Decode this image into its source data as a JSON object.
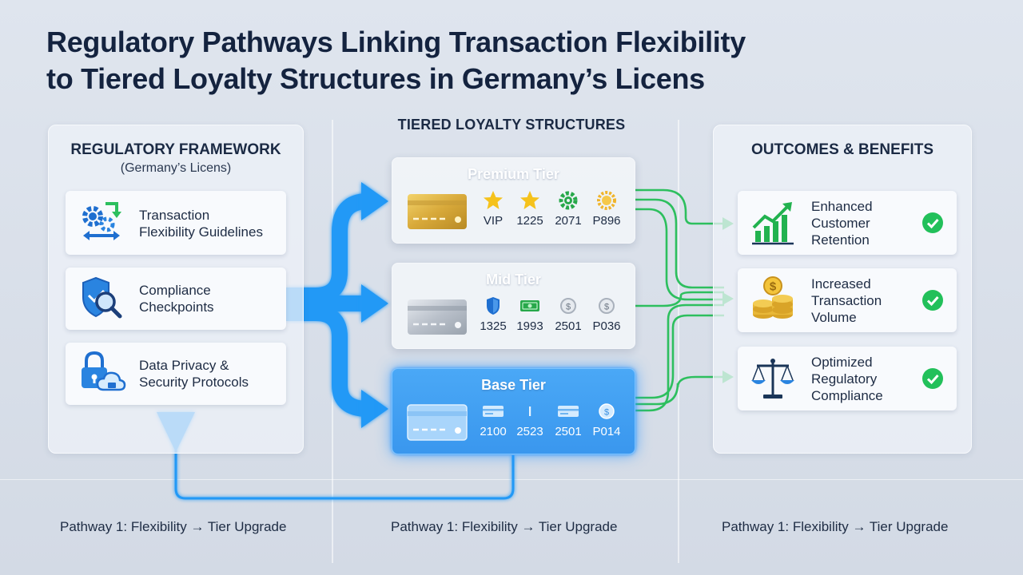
{
  "title_lines": [
    "Regulatory Pathways Linking Transaction Flexibility",
    "to Tiered Loyalty Structures in Germany’s Licens"
  ],
  "left_panel": {
    "title": "REGULATORY FRAMEWORK",
    "subtitle": "(Germany’s Licens)",
    "items": [
      {
        "icon": "gears-arrows-icon",
        "lines": [
          "Transaction",
          "Flexibility Guidelines"
        ]
      },
      {
        "icon": "shield-magnifier-icon",
        "lines": [
          "Compliance",
          "Checkpoints"
        ]
      },
      {
        "icon": "lock-cloud-icon",
        "lines": [
          "Data Privacy &",
          "Security Protocols"
        ]
      }
    ]
  },
  "middle": {
    "heading": "TIERED LOYALTY STRUCTURES",
    "tiers": [
      {
        "name": "Premium Tier",
        "card_color": "gold",
        "items": [
          {
            "icon": "star-icon",
            "value": "VIP"
          },
          {
            "icon": "star-icon",
            "value": "1225"
          },
          {
            "icon": "gear-icon",
            "value": "2071"
          },
          {
            "icon": "badge-icon",
            "value": "P896"
          }
        ]
      },
      {
        "name": "Mid Tier",
        "card_color": "silver",
        "items": [
          {
            "icon": "shield-icon",
            "value": "1325"
          },
          {
            "icon": "cash-icon",
            "value": "1993"
          },
          {
            "icon": "coin-icon",
            "value": "2501"
          },
          {
            "icon": "coin-icon",
            "value": "P036"
          }
        ]
      },
      {
        "name": "Base Tier",
        "card_color": "blue",
        "items": [
          {
            "icon": "card-icon",
            "value": "2100"
          },
          {
            "icon": "bar-icon",
            "value": "2523"
          },
          {
            "icon": "card-icon",
            "value": "2501"
          },
          {
            "icon": "coin-icon",
            "value": "P014"
          }
        ]
      }
    ]
  },
  "right_panel": {
    "title": "OUTCOMES & BENEFITS",
    "items": [
      {
        "icon": "growth-chart-icon",
        "lines": [
          "Enhanced",
          "Customer",
          "Retention"
        ]
      },
      {
        "icon": "coin-stack-icon",
        "lines": [
          "Increased",
          "Transaction",
          "Volume"
        ]
      },
      {
        "icon": "scales-icon",
        "lines": [
          "Optimized",
          "Regulatory",
          "Compliance"
        ]
      }
    ]
  },
  "footers": [
    "Pathway 1: Flexibility → Tier Upgrade",
    "Pathway 1: Flexibility → Tier Upgrade",
    "Pathway 1: Flexibility → Tier Upgrade"
  ],
  "colors": {
    "blue_arrow": "#1f95f5",
    "green_arrow": "#2dbf5e",
    "title": "#14233f",
    "check": "#22c05a"
  }
}
